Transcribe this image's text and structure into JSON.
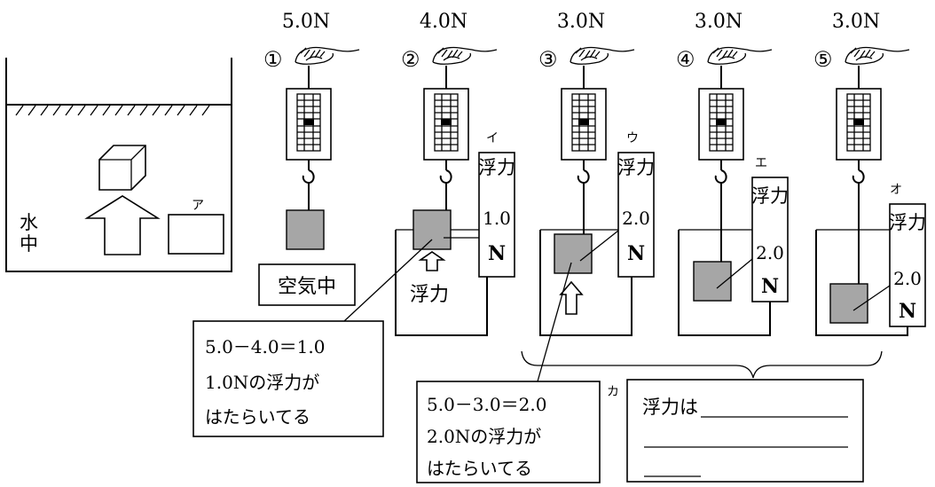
{
  "readings": [
    "5.0N",
    "4.0N",
    "3.0N",
    "3.0N",
    "3.0N"
  ],
  "markers": [
    "①",
    "②",
    "③",
    "④",
    "⑤"
  ],
  "colors": {
    "block": "#a6a6a6",
    "line": "#000000",
    "background": "#ffffff"
  },
  "tank": {
    "label_line1": "水",
    "label_line2": "中",
    "blank_letter": "ア"
  },
  "step1": {
    "label": "空気中"
  },
  "step2": {
    "letter": "イ",
    "force_label": "浮力",
    "force_value": "1.0",
    "force_unit": "N",
    "arrow_label": "浮力",
    "calc_line1": "5.0－4.0＝1.0",
    "calc_line2": "1.0Nの浮力が",
    "calc_line3": "はたらいてる"
  },
  "step3": {
    "letter": "ウ",
    "force_label": "浮力",
    "force_value": "2.0",
    "force_unit": "N",
    "calc_line1": "5.0－3.0＝2.0",
    "calc_line2": "2.0Nの浮力が",
    "calc_line3": "はたらいてる"
  },
  "step4": {
    "letter": "エ",
    "force_label": "浮力",
    "force_value": "2.0",
    "force_unit": "N"
  },
  "step5": {
    "letter": "オ",
    "force_label": "浮力",
    "force_value": "2.0",
    "force_unit": "N"
  },
  "answer": {
    "letter": "カ",
    "text": "浮力は"
  }
}
